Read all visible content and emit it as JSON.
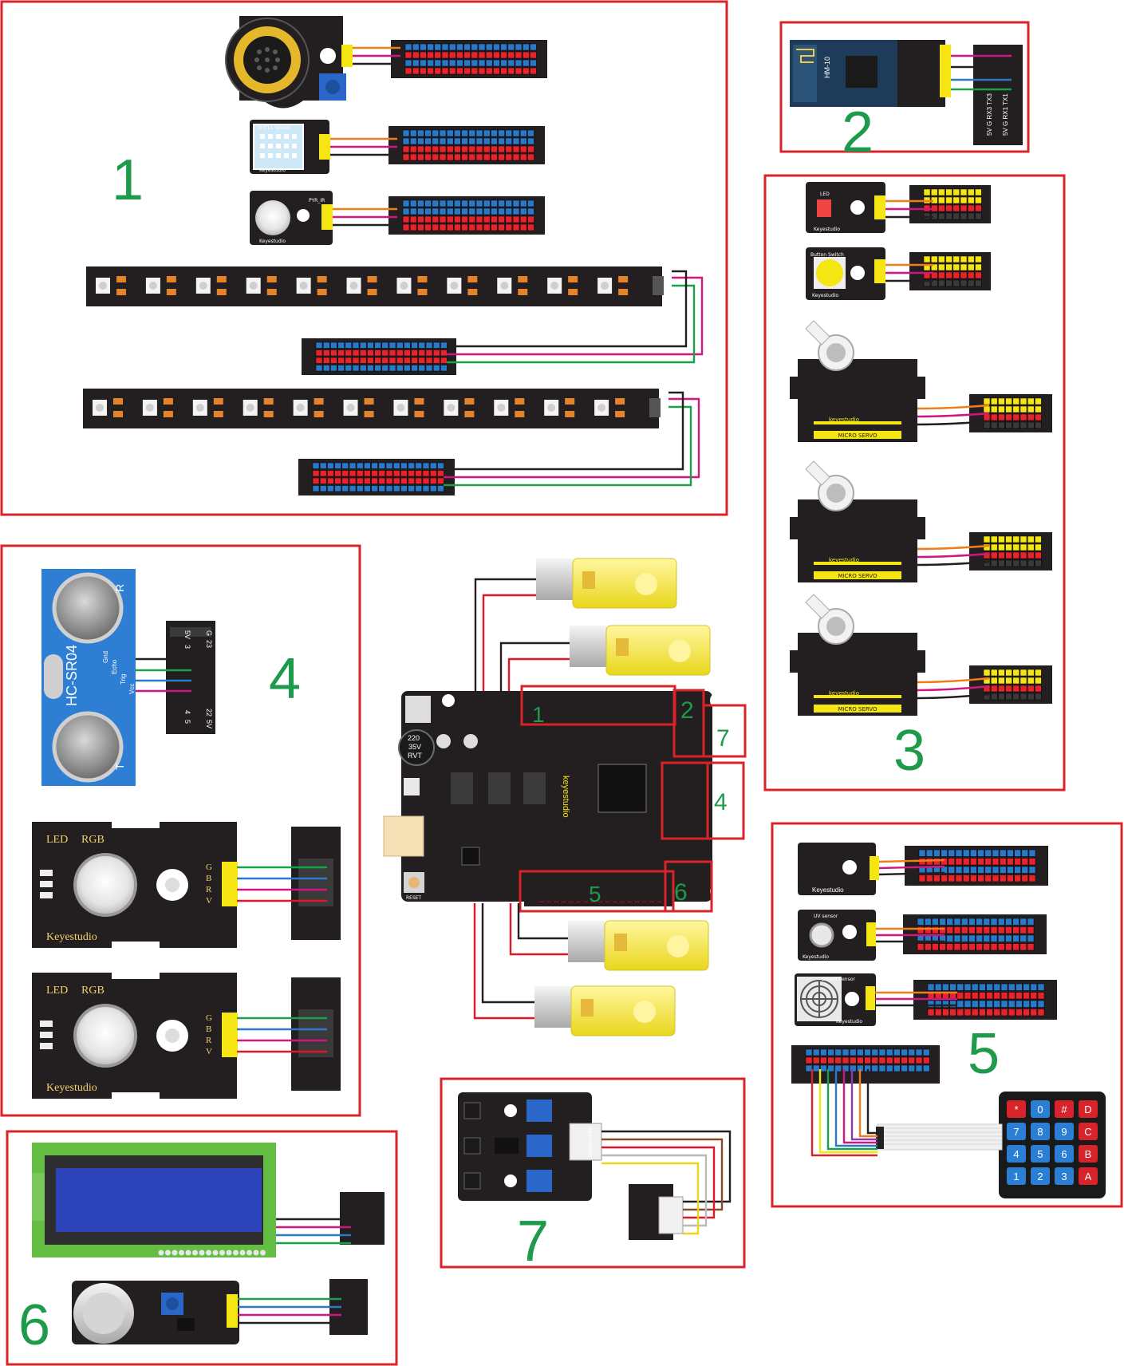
{
  "sections": [
    {
      "id": "1",
      "label": "1"
    },
    {
      "id": "2",
      "label": "2"
    },
    {
      "id": "3",
      "label": "3"
    },
    {
      "id": "4",
      "label": "4"
    },
    {
      "id": "5",
      "label": "5"
    },
    {
      "id": "6",
      "label": "6"
    },
    {
      "id": "7",
      "label": "7"
    }
  ],
  "board": {
    "brand": "keyestudio",
    "reset_label": "RESET",
    "cap_label": [
      "220",
      "35V",
      "RVT"
    ],
    "zone_labels": [
      "1",
      "2",
      "7",
      "4",
      "5",
      "6"
    ]
  },
  "modules": {
    "dht11": "DHT11 Sensor",
    "keyestudio": "Keyestudio",
    "pir": "PYR_IR",
    "ble": "HM-10",
    "ble_pins": "5V G RX1 TX1",
    "ble_pins2": "5V G RX3 TX3",
    "led": "LED",
    "button": "Button Switch",
    "servo_brand": "keyestudio",
    "servo_name": "MICRO SERVO",
    "ultrasonic": "HC-SR04",
    "ultra_pins": [
      "Gnd",
      "Echo",
      "Trig",
      "Vcc"
    ],
    "ultra_r": "R",
    "ultra_t": "T",
    "ultra_header": [
      "G",
      "23",
      "5V",
      "3",
      "22",
      "5V",
      "4",
      "5"
    ],
    "rgb_led": "LED",
    "rgb": "RGB",
    "rgb_pins": [
      "G",
      "B",
      "R",
      "V"
    ],
    "uv": "UV sensor",
    "steam": "Steam Sensor",
    "keypad_keys": [
      [
        "*",
        "7",
        "4",
        "1"
      ],
      [
        "0",
        "8",
        "5",
        "2"
      ],
      [
        "#",
        "9",
        "6",
        "3"
      ],
      [
        "D",
        "C",
        "B",
        "A"
      ]
    ],
    "keypad_colors": [
      [
        "#d8232a",
        "#2a7fd4",
        "#2a7fd4",
        "#2a7fd4"
      ],
      [
        "#2a7fd4",
        "#2a7fd4",
        "#2a7fd4",
        "#2a7fd4"
      ],
      [
        "#d8232a",
        "#2a7fd4",
        "#2a7fd4",
        "#2a7fd4"
      ],
      [
        "#d8232a",
        "#d8232a",
        "#d8232a",
        "#d8232a"
      ]
    ],
    "track_brand": "keyestudio"
  },
  "colors": {
    "frame": "#d8232a",
    "section_num": "#1d9a4a",
    "pcb": "#231f20",
    "header_red": "#e8232b",
    "header_blue": "#2a78c8",
    "header_yellow": "#f5e513",
    "motor_yellow": "#f8ea4a",
    "wire_orange": "#f07d1a",
    "wire_red": "#e0162b",
    "wire_magenta": "#d0177f",
    "wire_green": "#1aa04a",
    "wire_blue": "#2a78c8",
    "wire_black": "#231f20",
    "led_orange": "#e5832a"
  }
}
